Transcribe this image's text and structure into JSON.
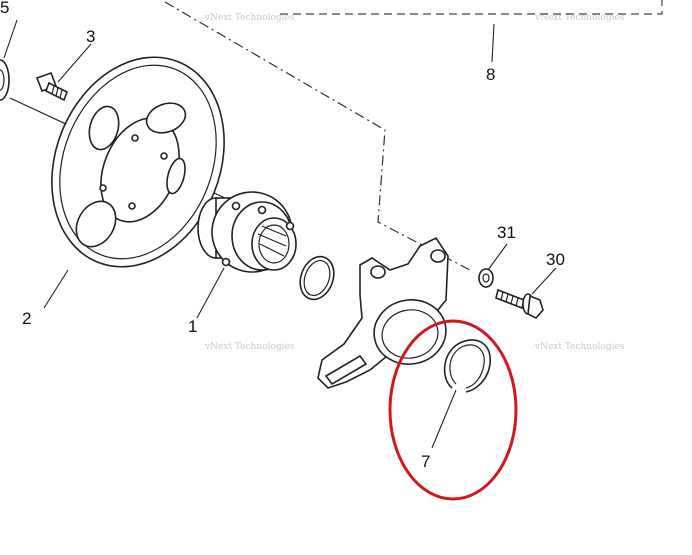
{
  "callouts": {
    "part_1": "1",
    "part_2": "2",
    "part_3": "3",
    "part_5": "5",
    "part_7": "7",
    "part_8": "8",
    "part_30": "30",
    "part_31": "31"
  },
  "watermark": {
    "text": "vNext Technologies"
  },
  "highlight": {
    "target": "part_7",
    "color": "#d2161e"
  }
}
